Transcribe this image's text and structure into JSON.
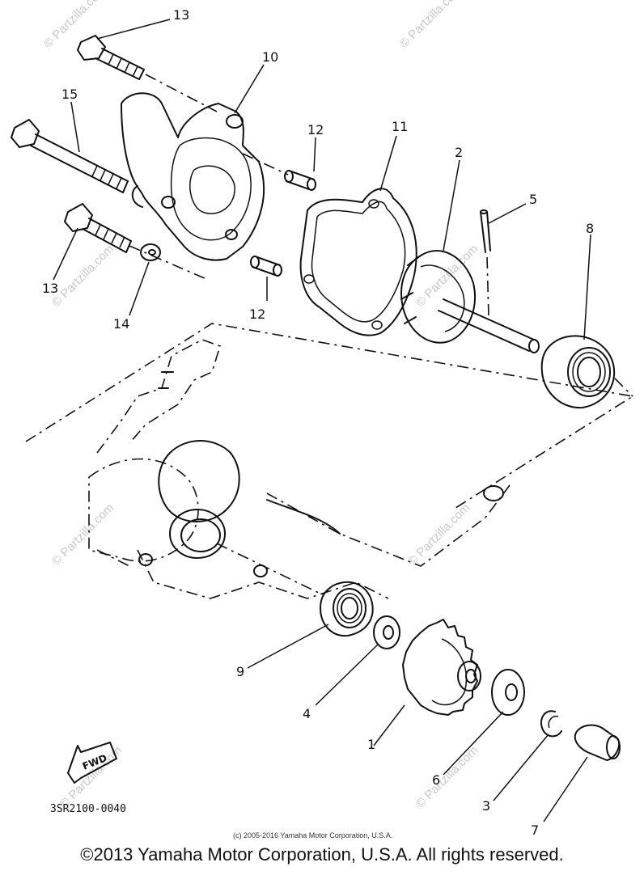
{
  "callouts": {
    "c1": "1",
    "c2": "2",
    "c3": "3",
    "c4": "4",
    "c5": "5",
    "c6": "6",
    "c7": "7",
    "c8": "8",
    "c9": "9",
    "c10": "10",
    "c11": "11",
    "c12a": "12",
    "c12b": "12",
    "c13a": "13",
    "c13b": "13",
    "c14": "14",
    "c15": "15"
  },
  "fwd_label": "FWD",
  "diagram_code": "3SR2100-0040",
  "small_copyright": "(c) 2005-2016 Yamaha Motor Corporation, U.S.A.",
  "copyright": "©2013 Yamaha Motor Corporation, U.S.A. All rights reserved.",
  "watermark": "© Partzilla.com"
}
